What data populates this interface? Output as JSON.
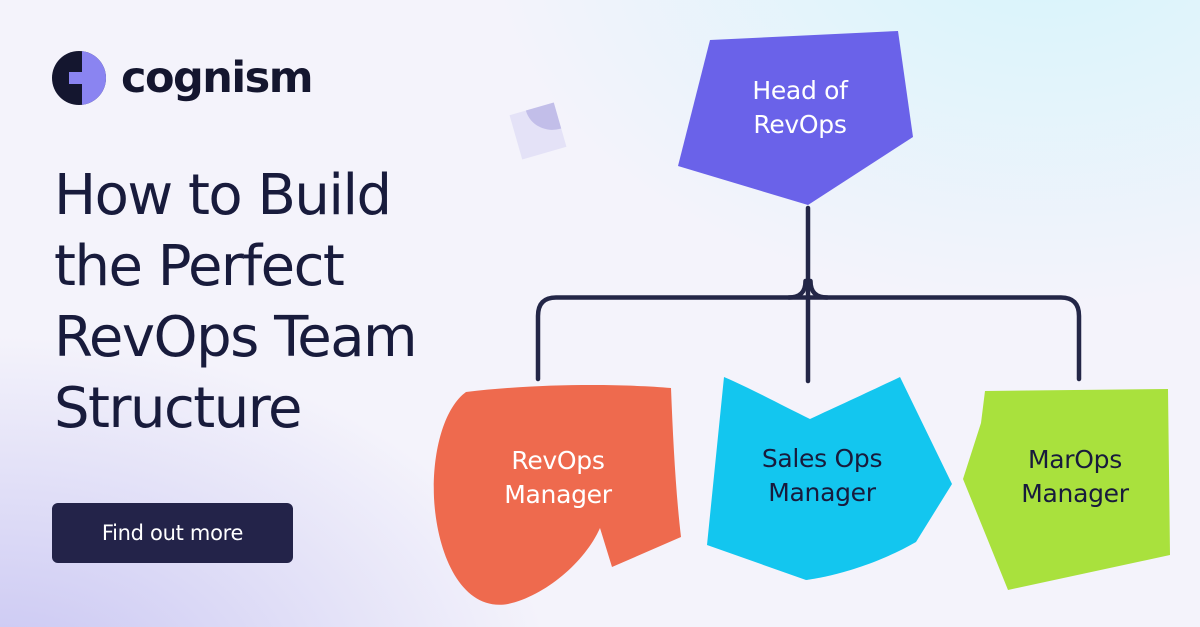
{
  "colors": {
    "bg-base": "#F4F3FB",
    "bg-cyan": "#D6F4FB",
    "bg-lavender": "#C7C4F2",
    "ink": "#181B3C",
    "logo-dark": "#14162F",
    "logo-purple": "#8A84F1",
    "button-bg": "#232349",
    "button-text": "#FFFFFF"
  },
  "brand": {
    "wordmark": "cognism"
  },
  "headline": {
    "text": "How to Build the Perfect RevOps Team Structure",
    "lines": [
      "How to Build",
      "the Perfect",
      "RevOps Team",
      "Structure"
    ]
  },
  "cta": {
    "label": "Find out more"
  },
  "org_chart": {
    "connector_color": "#232647",
    "root": {
      "role": "Head of RevOps",
      "lines": [
        "Head of",
        "RevOps"
      ],
      "color": "#6A62E9",
      "text_color": "#FFFFFF",
      "shape": "pentagon"
    },
    "children": [
      {
        "role": "RevOps Manager",
        "lines": [
          "RevOps",
          "Manager"
        ],
        "color": "#EE6A4E",
        "text_color": "#FFFFFF",
        "shape": "blob-notched"
      },
      {
        "role": "Sales Ops Manager",
        "lines": [
          "Sales Ops",
          "Manager"
        ],
        "color": "#13C6EF",
        "text_color": "#161A3C",
        "shape": "banner-notch-top"
      },
      {
        "role": "MarOps Manager",
        "lines": [
          "MarOps",
          "Manager"
        ],
        "color": "#A9E13D",
        "text_color": "#161A3C",
        "shape": "tag-notch-left"
      }
    ]
  }
}
